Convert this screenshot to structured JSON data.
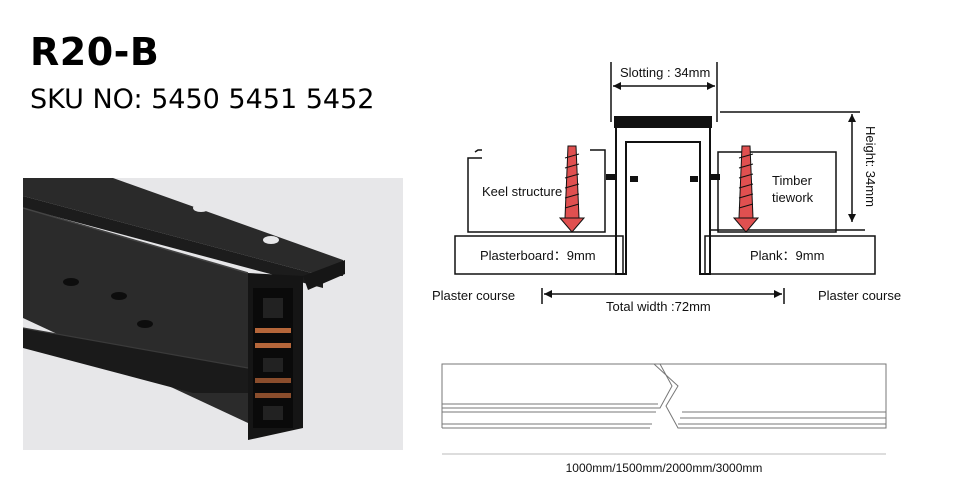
{
  "product": {
    "title": "R20-B",
    "sku_line": "SKU NO: 5450  5451  5452"
  },
  "diagram": {
    "slotting": "Slotting : 34mm",
    "height": "Height: 34mm",
    "keel": "Keel structure",
    "timber_line1": "Timber",
    "timber_line2": "tiework",
    "plasterboard": "Plasterboard：9mm",
    "plank": "Plank：9mm",
    "plaster_left": "Plaster course",
    "plaster_right": "Plaster course",
    "total_width": "Total width :72mm",
    "lengths": "1000mm/1500mm/2000mm/3000mm"
  },
  "colors": {
    "screw": "#e05050",
    "outline": "#111111",
    "photo_bg": "#e7e7e9",
    "track": "#1e1e1e",
    "copper": "#b5663a"
  }
}
